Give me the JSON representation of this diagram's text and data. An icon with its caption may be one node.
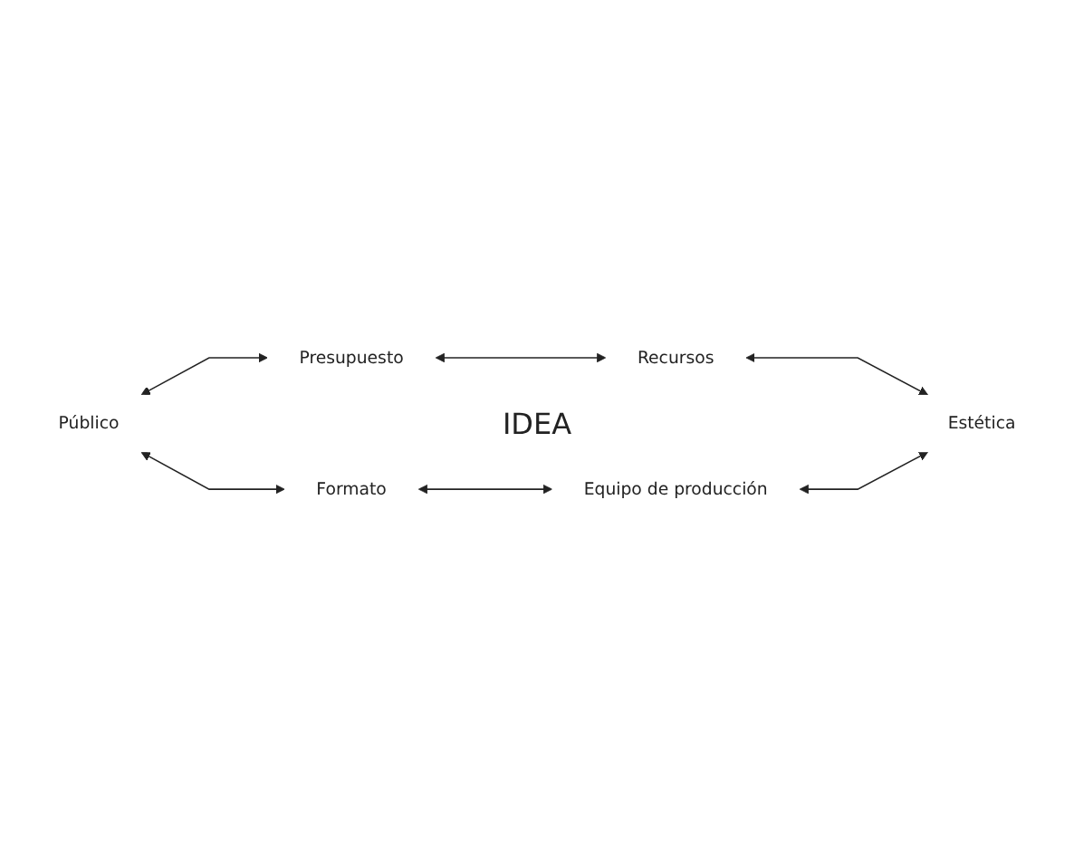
{
  "diagram": {
    "nodes": [
      {
        "text": [
          "Público"
        ]
      },
      {
        "text": [
          "Presupuesto"
        ]
      },
      {
        "text": [
          "Formato"
        ]
      },
      {
        "text": [
          "Recursos"
        ]
      },
      {
        "text": [
          "Equipo de producción"
        ]
      },
      {
        "text": [
          "Estética"
        ]
      }
    ],
    "edges": [
      {
        "from": 0,
        "to": 1,
        "arrow": "both"
      },
      {
        "from": 1,
        "to": 3,
        "arrow": "both"
      },
      {
        "from": 3,
        "to": 5,
        "arrow": "both"
      },
      {
        "from": 4,
        "to": 5,
        "arrow": "both"
      },
      {
        "from": 2,
        "to": 4,
        "arrow": "both"
      },
      {
        "from": 0,
        "to": 2,
        "arrow": "both"
      }
    ],
    "labels": [
      "IDEA"
    ]
  }
}
